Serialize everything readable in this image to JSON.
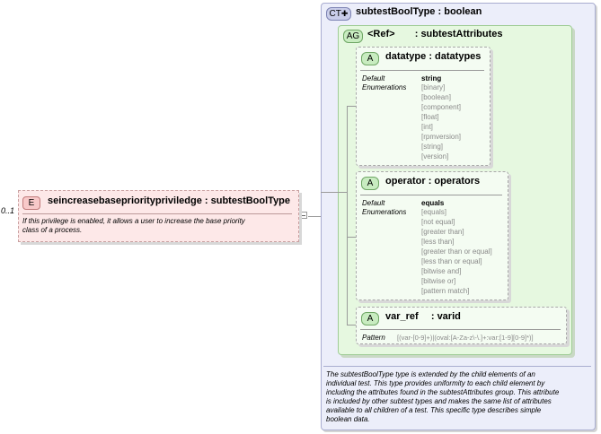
{
  "element": {
    "badge": "E",
    "cardinality": "0..1",
    "name": "seincreasebaseprioritypriviledge",
    "type_sep": ":",
    "type": "subtestBoolType",
    "doc_line1": "If this privilege is enabled, it allows a user to increase the base priority",
    "doc_line2": "class of a process."
  },
  "complex_type": {
    "badge": "CT",
    "name": "subtestBoolType",
    "type_sep": ":",
    "base": "boolean",
    "doc": [
      "The subtestBoolType type is extended by the child elements of an",
      "individual test.  This type provides uniformity to each child element by",
      "including the attributes found in the subtestAttributes group.  This attribute",
      "is included by other subtest types and makes the same list of attributes",
      "available to all children of a test.  This specific type describes simple",
      "boolean data."
    ]
  },
  "attribute_group": {
    "badge": "AG",
    "ref": "<Ref>",
    "type_sep": ":",
    "name": "subtestAttributes"
  },
  "attributes": [
    {
      "badge": "A",
      "name": "datatype",
      "type_sep": ":",
      "type": "datatypes",
      "meta_label1": "Default",
      "meta_label2": "Enumerations",
      "default_value": "string",
      "values": [
        "[binary]",
        "[boolean]",
        "[component]",
        "[float]",
        "[int]",
        "[rpmversion]",
        "[string]",
        "[version]"
      ]
    },
    {
      "badge": "A",
      "name": "operator",
      "type_sep": ":",
      "type": "operators",
      "meta_label1": "Default",
      "meta_label2": "Enumerations",
      "default_value": "equals",
      "values": [
        "[equals]",
        "[not equal]",
        "[greater than]",
        "[less than]",
        "[greater than or equal]",
        "[less than or equal]",
        "[bitwise and]",
        "[bitwise or]",
        "[pattern match]"
      ]
    },
    {
      "badge": "A",
      "name": "var_ref",
      "type_sep": ":",
      "type": "varid",
      "pattern_label": "Pattern",
      "pattern_value": "[(var-[0-9]+)|(oval:[A-Za-z\\-\\.]+:var:[1-9][0-9]*)]"
    }
  ],
  "colors": {
    "element_bg": "#fde8e8",
    "element_badge": "#f8c9c9",
    "complex_bg": "#eceefa",
    "complex_badge": "#c9cde9",
    "attr_group_bg": "#e6f8e0",
    "attr_bg": "#f4fcf2",
    "attr_badge": "#c8ecc0"
  }
}
